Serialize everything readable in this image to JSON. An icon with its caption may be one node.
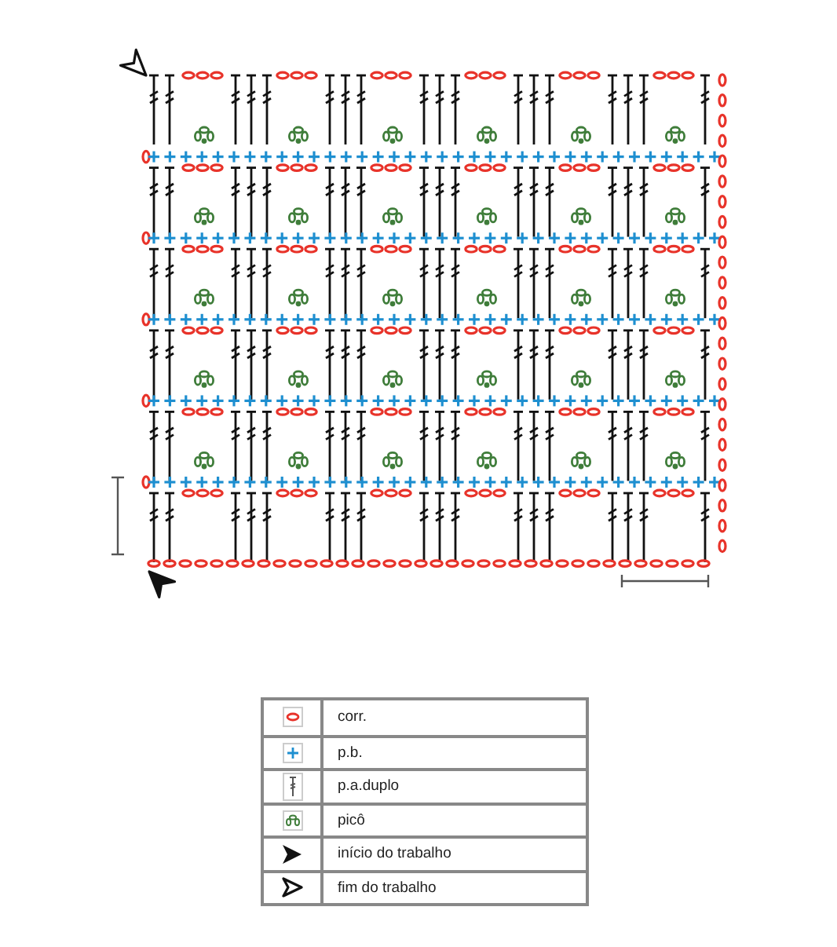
{
  "diagram": {
    "legend": [
      {
        "text": "corr."
      },
      {
        "text": "p.b."
      },
      {
        "text": "p.a.duplo"
      },
      {
        "text": "picô"
      },
      {
        "text": "início do trabalho"
      },
      {
        "text": "fim do trabalho"
      }
    ]
  }
}
